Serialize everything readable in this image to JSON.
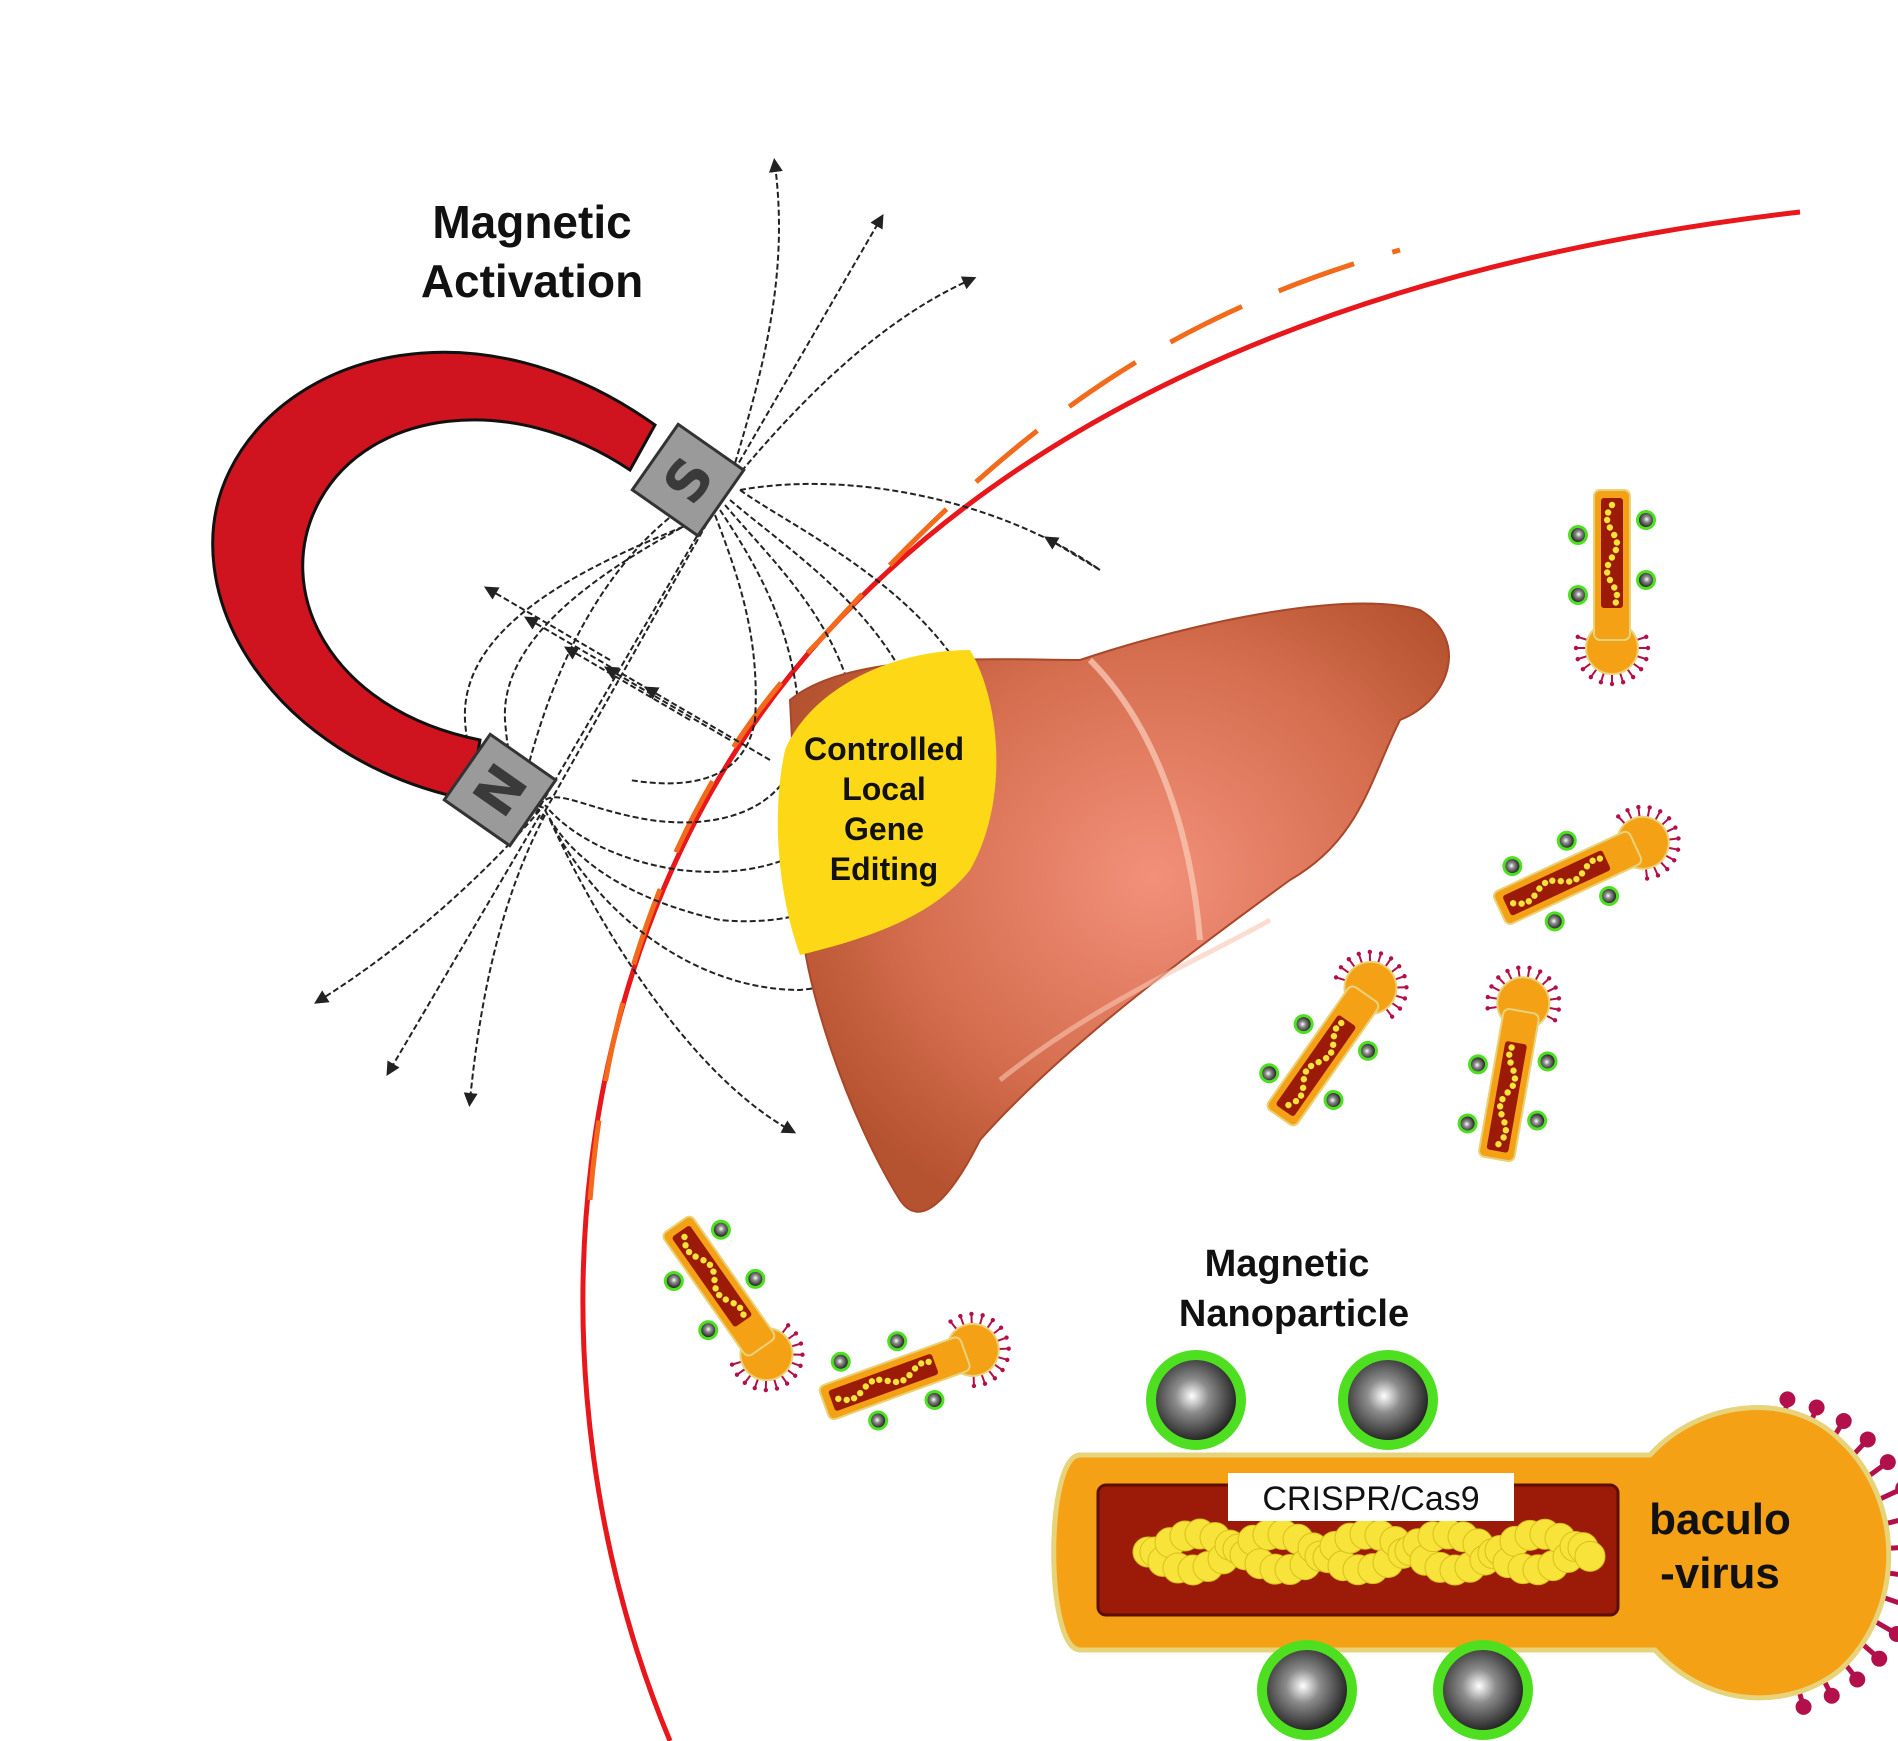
{
  "labels": {
    "magnetic_activation": [
      "Magnetic",
      "Activation"
    ],
    "controlled_editing": [
      "Controlled",
      "Local",
      "Gene",
      "Editing"
    ],
    "magnetic_nanoparticle": [
      "Magnetic",
      "Nanoparticle"
    ],
    "crispr": "CRISPR/Cas9",
    "baculovirus": [
      "baculo",
      "-virus"
    ]
  },
  "magnet": {
    "pole_south": "S",
    "pole_north": "N"
  },
  "colors": {
    "magnet_red": "#d0141f",
    "pole_grey": "#9a9a9a",
    "membrane_red": "#e8171b",
    "membrane_orange": "#f26a1b",
    "liver": "#cf6a4c",
    "editing_zone": "#fcd817",
    "virus_orange": "#f5a116",
    "virus_core": "#9b1b08",
    "dna_yellow": "#f8e33a",
    "nanoparticle_ring": "#4ee020",
    "spike": "#b2104a"
  }
}
